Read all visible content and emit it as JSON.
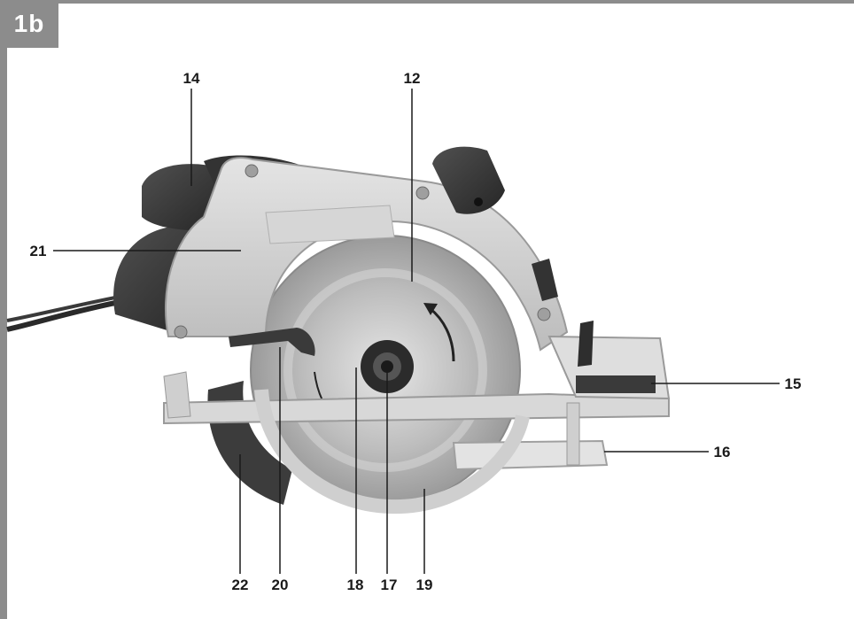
{
  "figure": {
    "tag": "1b"
  },
  "callouts": [
    {
      "id": "c14",
      "label": "14"
    },
    {
      "id": "c12",
      "label": "12"
    },
    {
      "id": "c21",
      "label": "21"
    },
    {
      "id": "c15",
      "label": "15"
    },
    {
      "id": "c16",
      "label": "16"
    },
    {
      "id": "c22",
      "label": "22"
    },
    {
      "id": "c20",
      "label": "20"
    },
    {
      "id": "c18",
      "label": "18"
    },
    {
      "id": "c17",
      "label": "17"
    },
    {
      "id": "c19",
      "label": "19"
    }
  ],
  "colors": {
    "frame": "#8c8c8c",
    "body_dark": "#3a3a3a",
    "housing_light": "#cfcfcf",
    "blade": "#b8b8b8",
    "base_plate": "#d9d9d9"
  }
}
